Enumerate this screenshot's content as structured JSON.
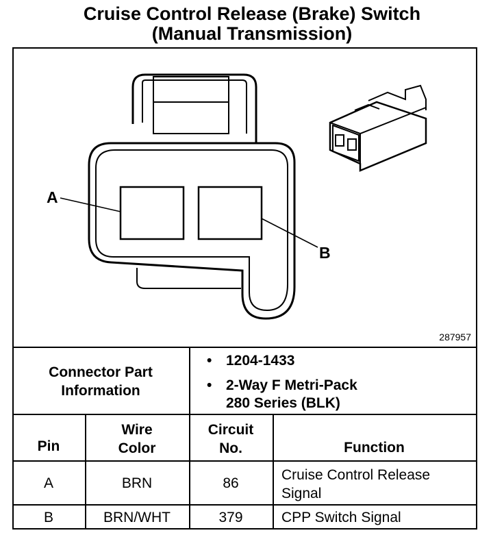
{
  "title": {
    "line1": "Cruise Control Release (Brake) Switch",
    "line2": "(Manual Transmission)"
  },
  "diagram": {
    "pin_labels": [
      "A",
      "B"
    ],
    "figure_id": "287957"
  },
  "connector_info": {
    "label_line1": "Connector Part",
    "label_line2": "Information",
    "items": [
      "1204-1433",
      "2-Way F Metri-Pack",
      "280 Series (BLK)"
    ]
  },
  "table": {
    "headers": {
      "pin": "Pin",
      "wire_color_1": "Wire",
      "wire_color_2": "Color",
      "circuit_1": "Circuit",
      "circuit_2": "No.",
      "function": "Function"
    },
    "rows": [
      {
        "pin": "A",
        "wire_color": "BRN",
        "circuit": "86",
        "function_1": "Cruise Control Release",
        "function_2": "Signal"
      },
      {
        "pin": "B",
        "wire_color": "BRN/WHT",
        "circuit": "379",
        "function_1": "CPP Switch Signal",
        "function_2": ""
      }
    ]
  }
}
